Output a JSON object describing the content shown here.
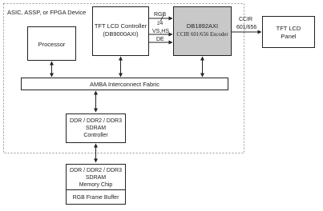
{
  "device_label": "ASIC, ASSP, or FPGA  Device",
  "blocks": {
    "processor": "Processor",
    "tft_controller": [
      "TFT LCD Controller",
      "(DB9000AXI)"
    ],
    "encoder": [
      "DB1892AXI",
      "CCIR 601/656 Encoder"
    ],
    "panel": [
      "TFT LCD",
      "Panel"
    ],
    "amba": "AMBA Interconnect Fabric",
    "ddr_controller": [
      "DDR / DDR2 / DDR3",
      "SDRAM",
      "Controller"
    ],
    "memory_chip": [
      "DDR / DDR2 / DDR3",
      "SDRAM",
      "Memory Chip"
    ]
  },
  "signals": {
    "rgb": "RGB",
    "rgb_width": "24",
    "vs_hs": "VS,HS",
    "de": "DE",
    "ccir": [
      "CCIR",
      "601/656"
    ]
  },
  "frame_buffer_label": "RGB Frame Buffer",
  "colors": {
    "encoder_fill": "#c8c8c8",
    "line": "#222222",
    "dashed_border": "#999999"
  }
}
